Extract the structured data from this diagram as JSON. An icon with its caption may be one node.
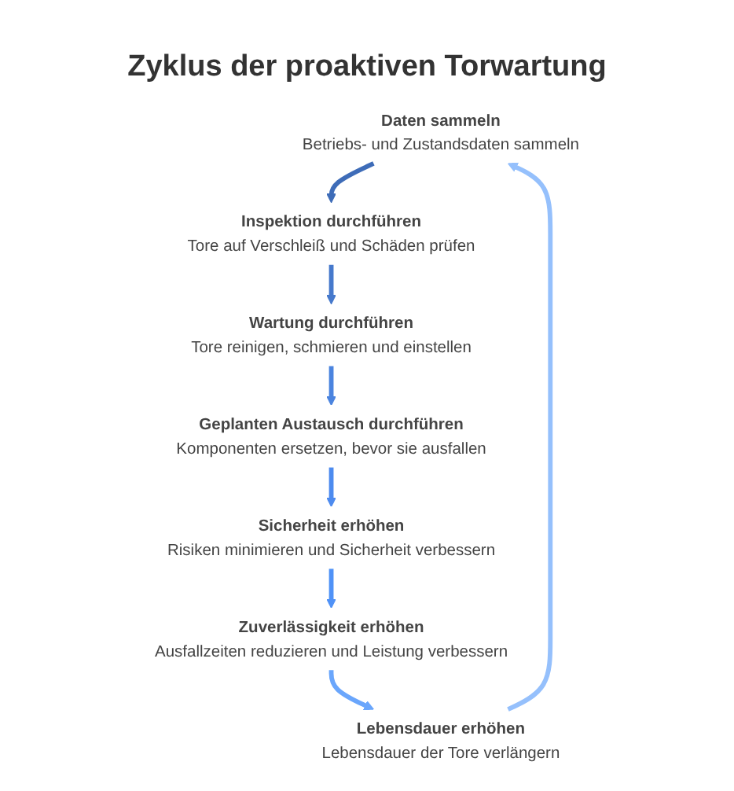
{
  "diagram": {
    "title": "Zyklus der proaktiven Torwartung",
    "nodes": [
      {
        "text": [
          "Daten sammeln",
          "Betriebs- und Zustandsdaten sammeln"
        ]
      },
      {
        "text": [
          "Inspektion durchführen",
          "Tore auf Verschleiß und Schäden prüfen"
        ]
      },
      {
        "text": [
          "Wartung durchführen",
          "Tore reinigen, schmieren und einstellen"
        ]
      },
      {
        "text": [
          "Geplanten Austausch durchführen",
          "Komponenten ersetzen, bevor sie ausfallen"
        ]
      },
      {
        "text": [
          "Sicherheit erhöhen",
          "Risiken minimieren und Sicherheit verbessern"
        ]
      },
      {
        "text": [
          "Zuverlässigkeit erhöhen",
          "Ausfallzeiten reduzieren und Leistung verbessern"
        ]
      },
      {
        "text": [
          "Lebensdauer erhöhen",
          "Lebensdauer der Tore verlängern"
        ]
      }
    ],
    "edges": [
      {
        "from": 0,
        "to": 1,
        "arrow": "to",
        "color": "#3e6cb8"
      },
      {
        "from": 1,
        "to": 2,
        "arrow": "to",
        "color": "#4679cc"
      },
      {
        "from": 2,
        "to": 3,
        "arrow": "to",
        "color": "#4b84df"
      },
      {
        "from": 3,
        "to": 4,
        "arrow": "to",
        "color": "#4d8bef"
      },
      {
        "from": 4,
        "to": 5,
        "arrow": "to",
        "color": "#5092f7"
      },
      {
        "from": 5,
        "to": 6,
        "arrow": "to",
        "color": "#6aa6fc"
      },
      {
        "from": 6,
        "to": 0,
        "arrow": "to",
        "color": "#95c0fc"
      }
    ]
  }
}
